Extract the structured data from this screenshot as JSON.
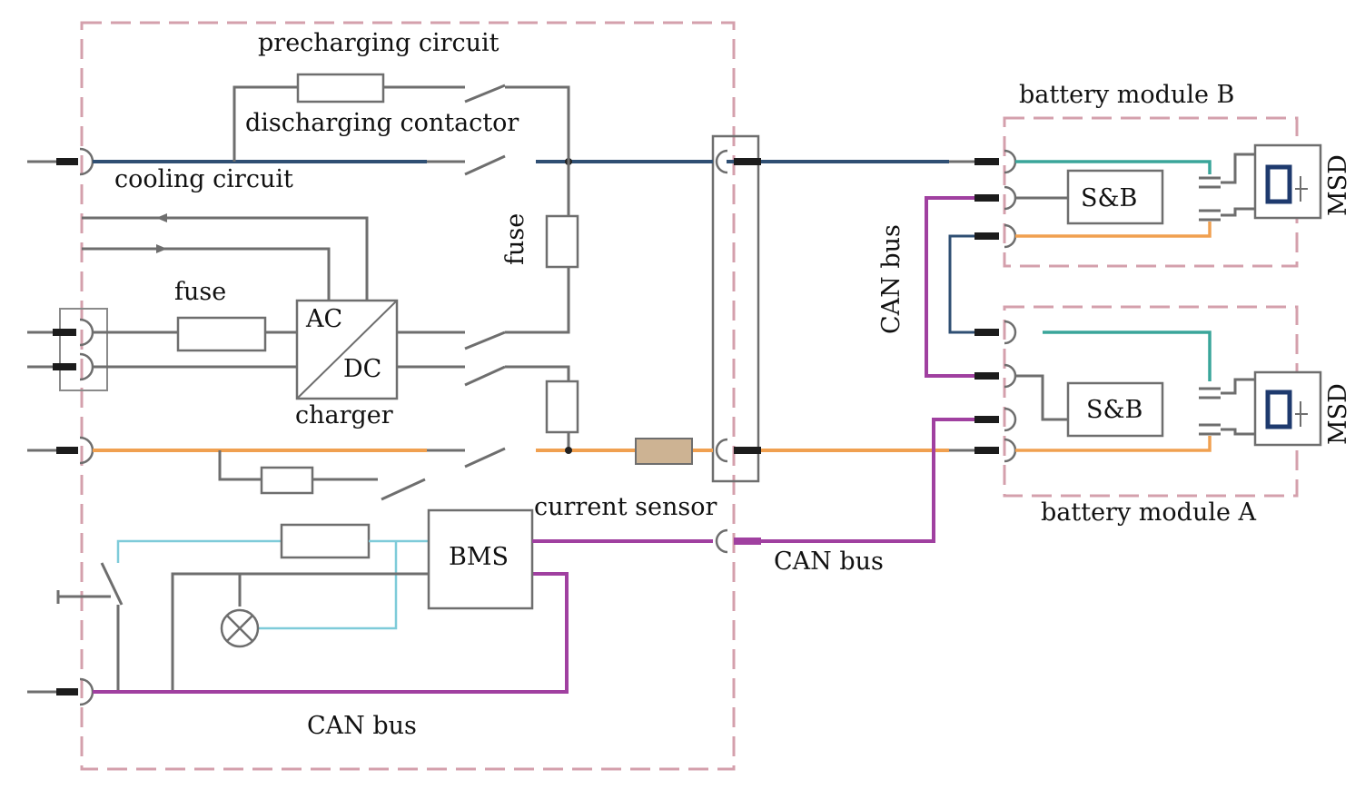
{
  "labels": {
    "precharging_circuit": "precharging circuit",
    "discharging_contactor": "discharging contactor",
    "cooling_circuit": "cooling circuit",
    "fuse_vertical": "fuse",
    "fuse_horizontal": "fuse",
    "ac": "AC",
    "dc": "DC",
    "charger": "charger",
    "current_sensor": "current sensor",
    "bms": "BMS",
    "can_bus_bottom": "CAN bus",
    "can_bus_middle": "CAN bus",
    "can_bus_vertical": "CAN bus",
    "battery_module_b": "battery module B",
    "battery_module_a": "battery module A",
    "sb_top": "S&B",
    "sb_bottom": "S&B",
    "msd_top": "MSD",
    "msd_bottom": "MSD"
  },
  "colors": {
    "boundary_dashed": "#d4a0ac",
    "wire_gray": "#6e6e6e",
    "hv_negative_blue": "#2f4f73",
    "hv_positive_orange": "#f0a050",
    "can_bus_purple": "#a040a0",
    "signal_cyan": "#7ecbd9",
    "module_teal": "#3aa59a",
    "current_sensor_fill": "#cdb393"
  }
}
